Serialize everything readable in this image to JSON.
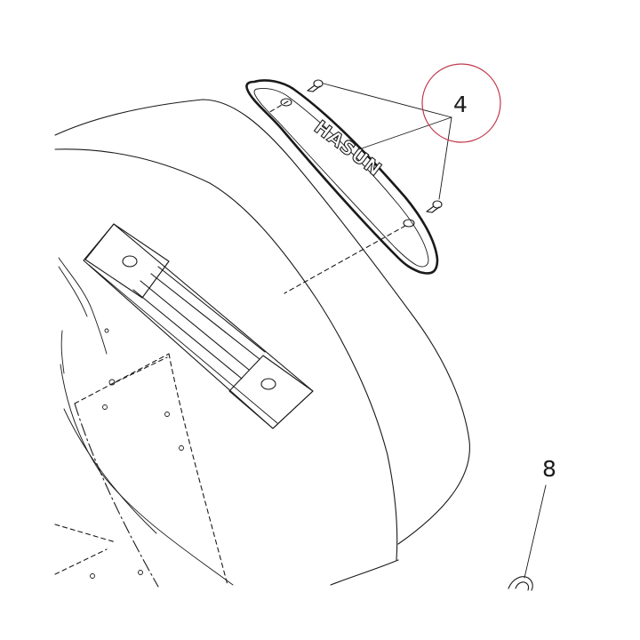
{
  "callouts": {
    "label_4": "4",
    "label_8": "8"
  },
  "logo": {
    "text": "HASUN"
  },
  "colors": {
    "line": "#1a1a1a",
    "highlight_circle": "#c0394b",
    "background": "#ffffff"
  }
}
